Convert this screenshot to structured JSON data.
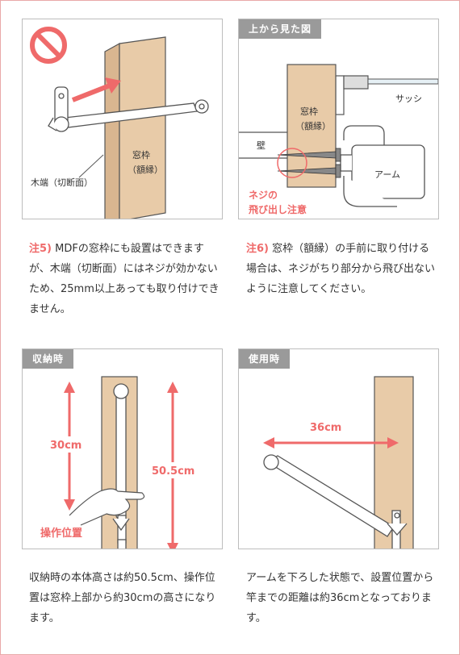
{
  "panels": {
    "p1": {
      "label_wood_end": "木端（切断面）",
      "label_frame": "窓枠",
      "label_frame_sub": "（額縁）"
    },
    "p2": {
      "tag": "上から見た図",
      "label_frame": "窓枠",
      "label_frame_sub": "（額縁）",
      "label_sash": "サッシ",
      "label_wall": "壁",
      "label_arm": "アーム",
      "warn_line1": "ネジの",
      "warn_line2": "飛び出し注意"
    },
    "p3": {
      "tag": "収納時",
      "dim_left": "30cm",
      "dim_right": "50.5cm",
      "label_operate": "操作位置"
    },
    "p4": {
      "tag": "使用時",
      "dim_top": "36cm"
    }
  },
  "captions": {
    "c1_note": "注5)",
    "c1_text": "MDFの窓枠にも設置はできますが、木端（切断面）にはネジが効かないため、25mm以上あっても取り付けできません。",
    "c2_note": "注6)",
    "c2_text": "窓枠（額縁）の手前に取り付ける場合は、ネジがちり部分から飛び出ないように注意してください。",
    "c3_text": "収納時の本体高さは約50.5cm、操作位置は窓枠上部から約30cmの高さになります。",
    "c4_text": "アームを下ろした状態で、設置位置から竿までの距離は約36cmとなっております。"
  },
  "colors": {
    "accent": "#ef6a6a",
    "wood": "#e8cba8",
    "tag": "#9a9a9a",
    "border": "#e9a8a8"
  },
  "icons": [
    "prohibited-icon",
    "arrow-icon",
    "screw-icon",
    "hand-icon",
    "dimension-arrow-icon"
  ]
}
